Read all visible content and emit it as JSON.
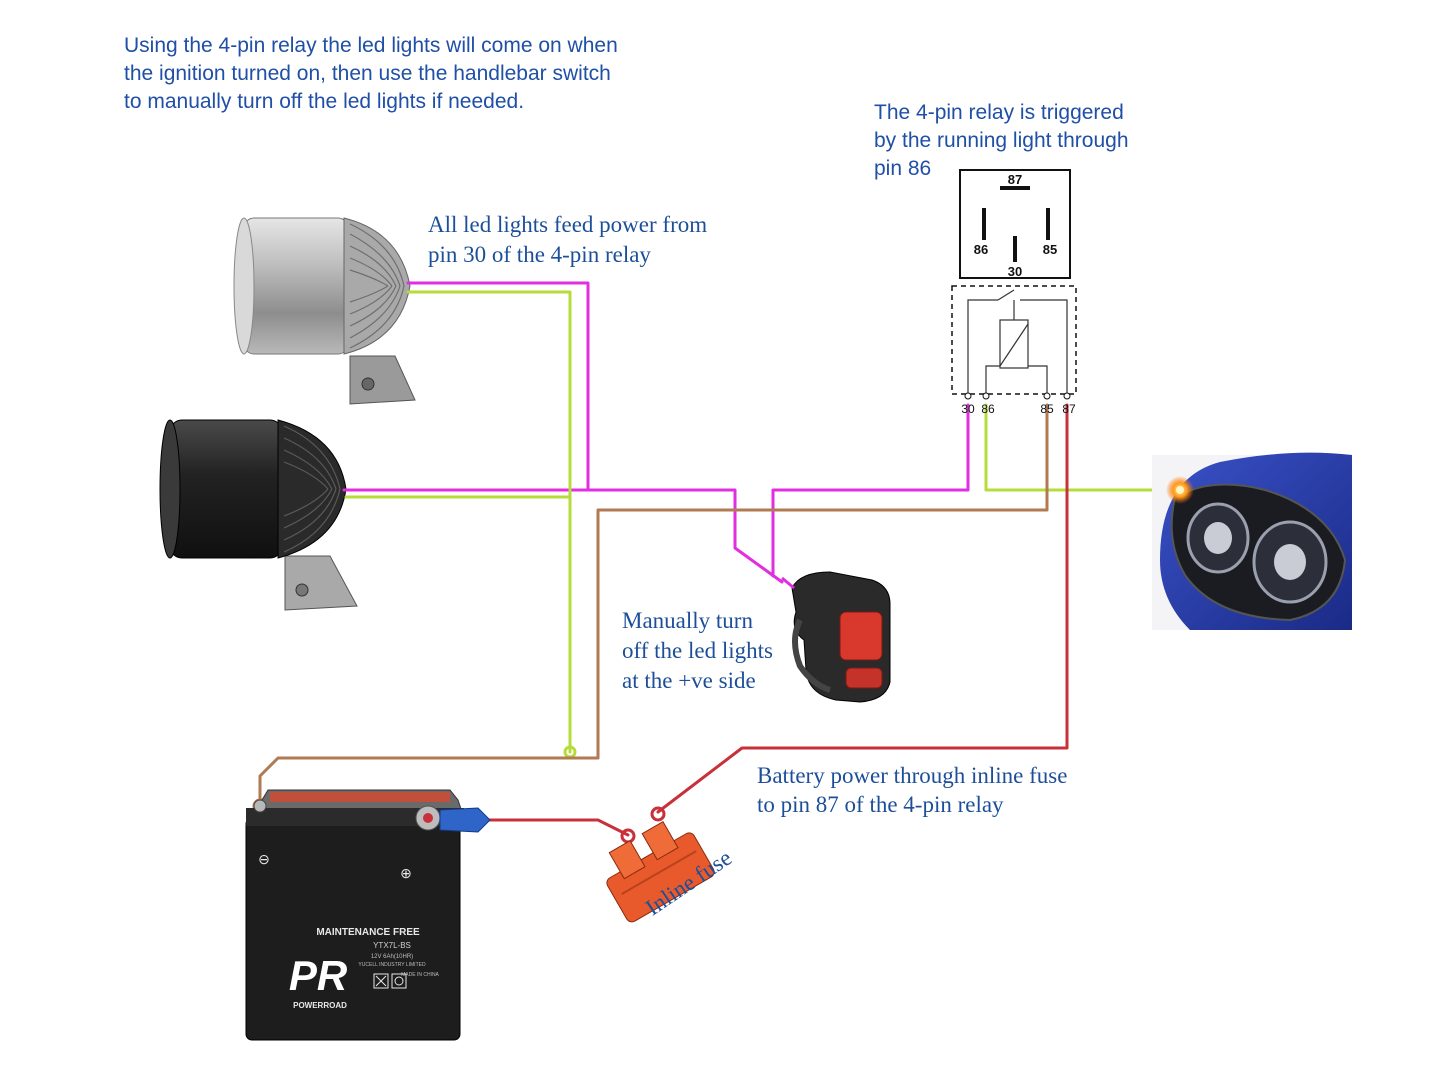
{
  "notes": {
    "intro": [
      "Using the 4-pin relay the led lights will come on when",
      "the ignition turned on, then use the handlebar switch",
      "to manually turn off the led lights if needed."
    ],
    "relay_trigger": [
      "The 4-pin relay is triggered",
      "by the running light through",
      "pin 86"
    ],
    "led_feed": [
      "All led lights feed power from",
      "pin 30 of the 4-pin relay"
    ],
    "switch": [
      "Manually turn",
      "off the led lights",
      "at the +ve side"
    ],
    "battery_feed": [
      "Battery power through inline fuse",
      "to pin 87 of the 4-pin relay"
    ],
    "fuse_label": "Inline fuse"
  },
  "relay": {
    "pinout_top": "87",
    "pinout_left": "86",
    "pinout_right": "85",
    "pinout_bottom": "30",
    "schematic_pins": [
      "30",
      "86",
      "85",
      "87"
    ]
  },
  "battery": {
    "minus_symbol": "⊖",
    "plus_symbol": "⊕",
    "label_maintenance": "MAINTENANCE FREE",
    "label_model": "YTX7L-BS",
    "label_spec": "12V 6Ah(10HR)",
    "label_maker": "YUCELL INDUSTRY LIMITED",
    "label_origin": "MADE IN CHINA",
    "brand": "POWERROAD",
    "logo_letters": "PR"
  },
  "colors": {
    "text_blue": "#1f4fa6",
    "wire_magenta": "#e02ee0",
    "wire_green": "#b5dc3a",
    "wire_brown": "#b07a52",
    "wire_red": "#c8303a"
  }
}
